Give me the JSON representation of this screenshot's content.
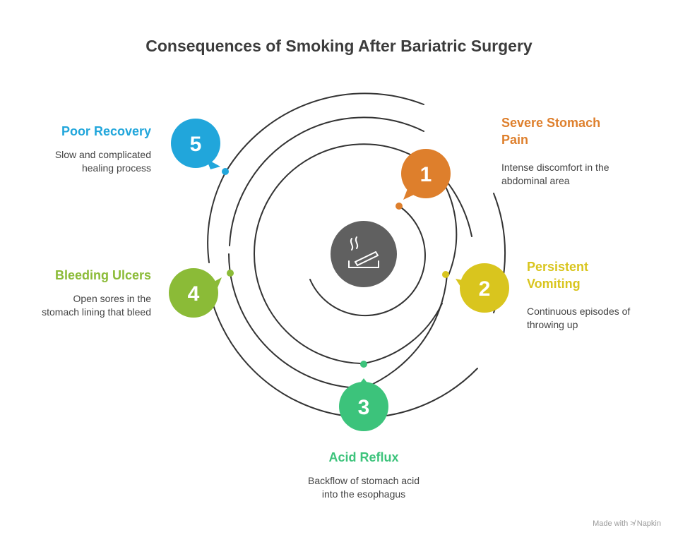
{
  "title": "Consequences of Smoking After Bariatric Surgery",
  "center_icon": "no-smoking-cigarette-icon",
  "items": [
    {
      "number": "1",
      "label": "Severe Stomach Pain",
      "label_line1": "Severe Stomach",
      "label_line2": "Pain",
      "desc_line1": "Intense discomfort in the",
      "desc_line2": "abdominal area",
      "color": "#DE7F2C"
    },
    {
      "number": "2",
      "label": "Persistent Vomiting",
      "label_line1": "Persistent",
      "label_line2": "Vomiting",
      "desc_line1": "Continuous episodes of",
      "desc_line2": "throwing up",
      "color": "#D9C51E"
    },
    {
      "number": "3",
      "label": "Acid Reflux",
      "label_line1": "Acid Reflux",
      "label_line2": "",
      "desc_line1": "Backflow of stomach acid",
      "desc_line2": "into the esophagus",
      "color": "#3CC37B"
    },
    {
      "number": "4",
      "label": "Bleeding Ulcers",
      "label_line1": "Bleeding Ulcers",
      "label_line2": "",
      "desc_line1": "Open sores in the",
      "desc_line2": "stomach lining that bleed",
      "color": "#8BBB37"
    },
    {
      "number": "5",
      "label": "Poor Recovery",
      "label_line1": "Poor Recovery",
      "label_line2": "",
      "desc_line1": "Slow and complicated",
      "desc_line2": "healing process",
      "color": "#21A6DB"
    }
  ],
  "watermark": "Made with ≯ Napkin"
}
